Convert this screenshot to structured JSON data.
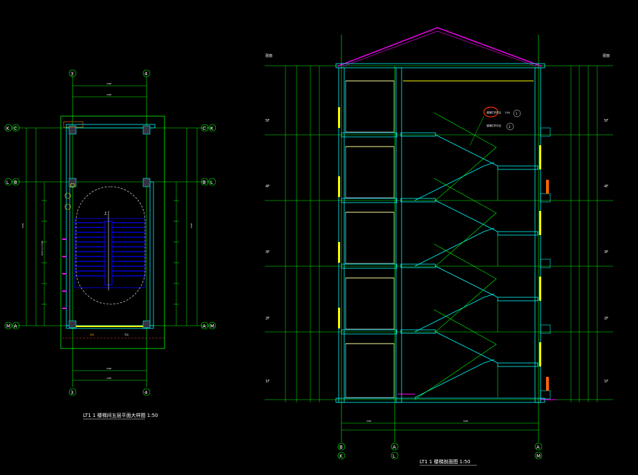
{
  "drawing": {
    "plan_title": "LT1 1 楼梯间五层平面大样图 1:50",
    "section_title": "LT1 1 楼梯剖面图 1:50"
  },
  "plan": {
    "grid_top": [
      "3",
      "4"
    ],
    "grid_bottom": [
      "3",
      "4"
    ],
    "grid_left": [
      "K",
      "L",
      "M"
    ],
    "grid_left_alt": [
      "C",
      "B",
      "A"
    ],
    "grid_right": [
      "C",
      "B",
      "A"
    ],
    "grid_right_alt": [
      "K",
      "L",
      "M"
    ],
    "arrow_label": "上"
  },
  "section": {
    "grid_bottom": [
      "B",
      "A",
      "A"
    ],
    "grid_bottom_alt": [
      "K",
      "L",
      "M"
    ],
    "floor_tags": [
      "屋面",
      "5F",
      "4F",
      "3F",
      "2F",
      "1F"
    ],
    "callout": "楼梯栏杆详见",
    "callout_sub": "11J4",
    "callout_idx": [
      "1",
      "2"
    ]
  },
  "colors": {
    "background": "#000000",
    "grid_line": "#00ff00",
    "wall": "#00ffff",
    "stair": "#0000ff",
    "roof": "#ff00ff",
    "window": "#ffff00",
    "callout": "#ff3300",
    "text": "#ffffff"
  }
}
